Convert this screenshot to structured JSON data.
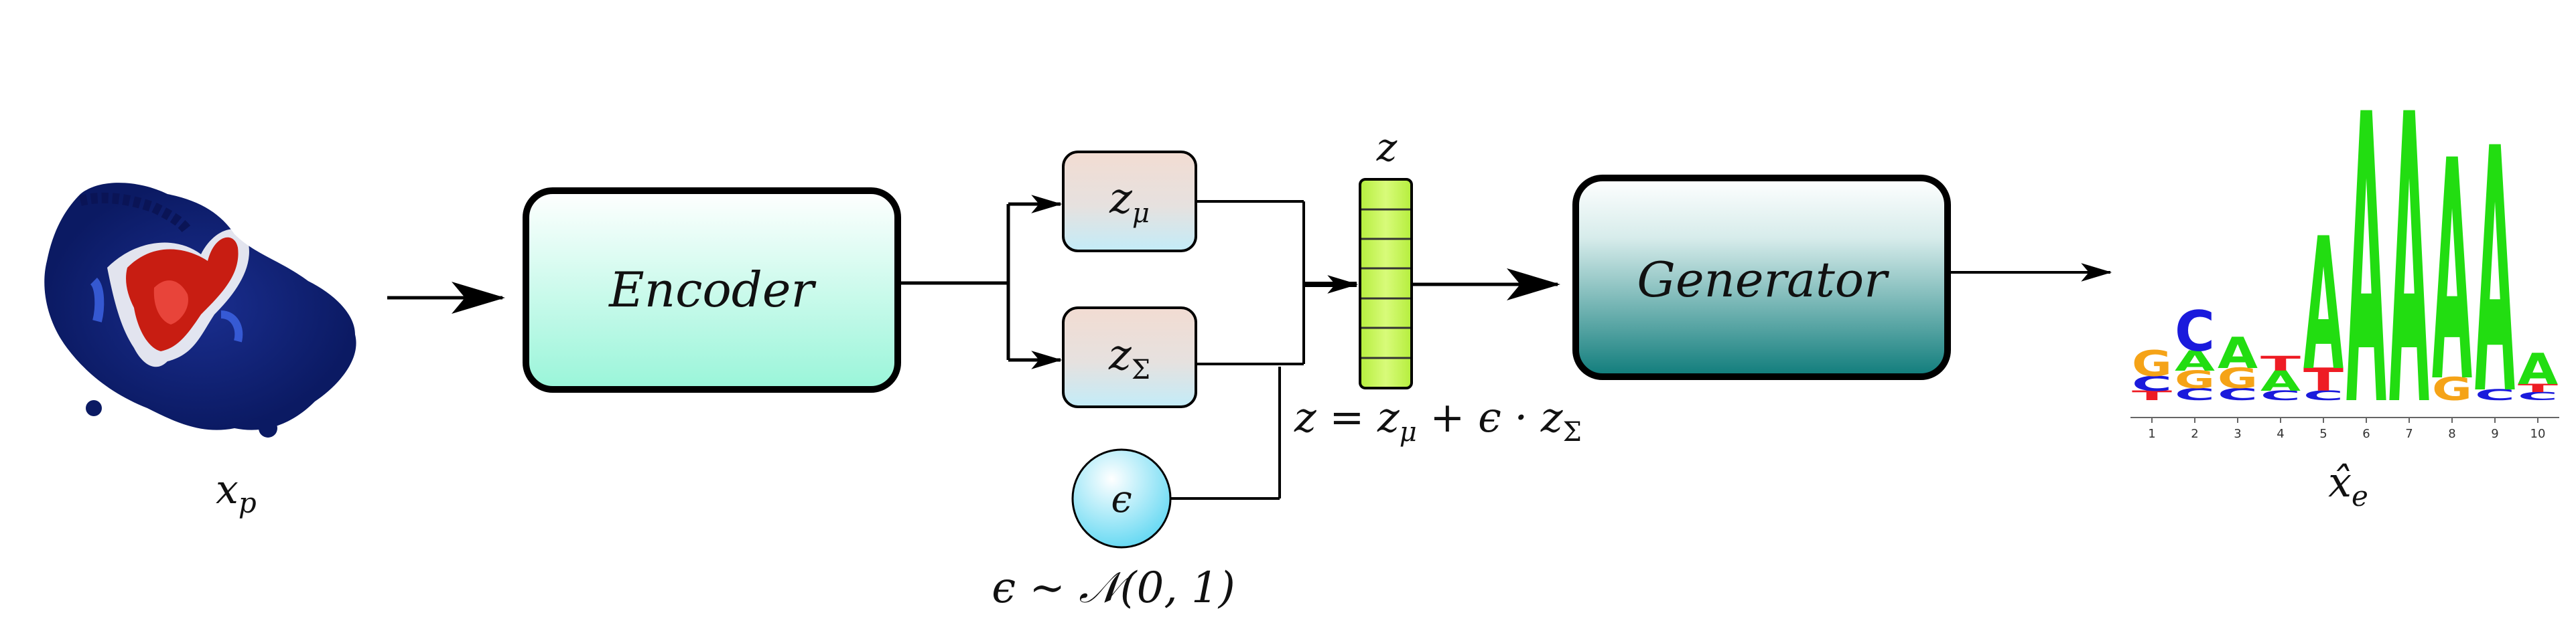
{
  "labels": {
    "input": "x",
    "input_sub": "p",
    "encoder": "Encoder",
    "z_mu": "z",
    "z_mu_sub": "μ",
    "z_sigma": "z",
    "z_sigma_sub": "Σ",
    "z": "z",
    "epsilon": "ϵ",
    "epsilon_dist": "ϵ ∼ 𝒩(0, 1)",
    "reparam_z": "z = z",
    "reparam_mu": "μ",
    "reparam_mid": " + ϵ · z",
    "reparam_sigma": "Σ",
    "generator": "Generator",
    "output": "x̂",
    "output_sub": "e"
  },
  "sequence_logo": {
    "positions": [
      "1",
      "2",
      "3",
      "4",
      "5",
      "6",
      "7",
      "8",
      "9",
      "10"
    ],
    "stacks": [
      [
        {
          "letter": "T",
          "color": "#ee1c24"
        },
        {
          "letter": "C",
          "color": "#1a1adc"
        },
        {
          "letter": "G",
          "color": "#f5a317"
        }
      ],
      [
        {
          "letter": "C",
          "color": "#1a1adc"
        },
        {
          "letter": "G",
          "color": "#f5a317"
        },
        {
          "letter": "A",
          "color": "#22dd11"
        },
        {
          "letter": "C",
          "color": "#1a1adc"
        }
      ],
      [
        {
          "letter": "C",
          "color": "#1a1adc"
        },
        {
          "letter": "G",
          "color": "#f5a317"
        },
        {
          "letter": "A",
          "color": "#22dd11"
        }
      ],
      [
        {
          "letter": "C",
          "color": "#1a1adc"
        },
        {
          "letter": "A",
          "color": "#22dd11"
        },
        {
          "letter": "T",
          "color": "#ee1c24"
        }
      ],
      [
        {
          "letter": "C",
          "color": "#1a1adc"
        },
        {
          "letter": "T",
          "color": "#ee1c24"
        },
        {
          "letter": "A",
          "color": "#22dd11"
        }
      ],
      [
        {
          "letter": "A",
          "color": "#22dd11"
        }
      ],
      [
        {
          "letter": "A",
          "color": "#22dd11"
        }
      ],
      [
        {
          "letter": "G",
          "color": "#f5a317"
        },
        {
          "letter": "A",
          "color": "#22dd11"
        }
      ],
      [
        {
          "letter": "C",
          "color": "#1a1adc"
        },
        {
          "letter": "A",
          "color": "#22dd11"
        }
      ],
      [
        {
          "letter": "C",
          "color": "#1a1adc"
        },
        {
          "letter": "T",
          "color": "#ee1c24"
        },
        {
          "letter": "A",
          "color": "#22dd11"
        }
      ]
    ]
  },
  "colors": {
    "encoder_top": "#ffffff",
    "encoder_bottom": "#99f5d9",
    "latent_top": "#f0dcd3",
    "latent_bottom": "#c6ecf7",
    "epsilon_fill": "#5fd7f2",
    "z_vector": "#c8f55a",
    "generator_top": "#ffffff",
    "generator_bottom": "#0f7c7b"
  }
}
